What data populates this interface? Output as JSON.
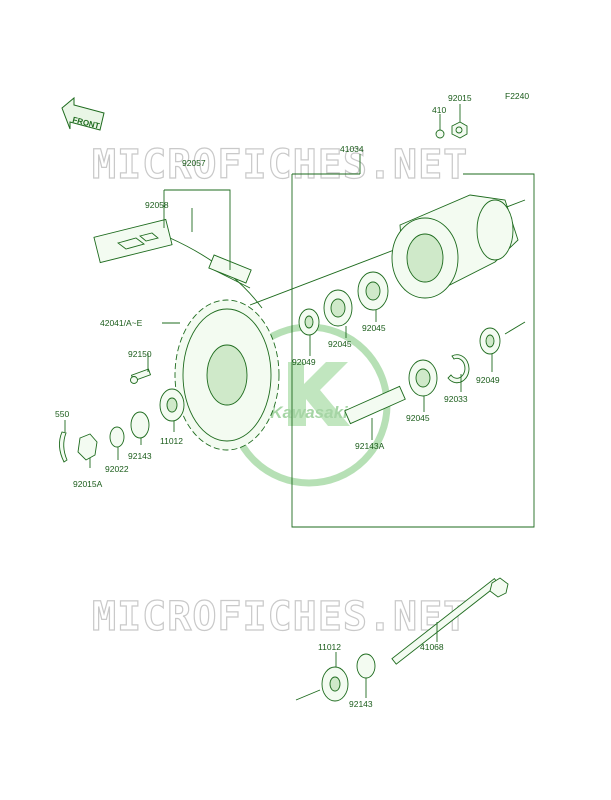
{
  "figure_code": "F2240",
  "front_label": "FRONT",
  "watermark_text": "MICROFICHES.NET",
  "brand_logo_text": "Kawasaki",
  "accent_color": "#1e6b1e",
  "parts": [
    {
      "id": "p410",
      "label": "410"
    },
    {
      "id": "p92015",
      "label": "92015"
    },
    {
      "id": "p41034",
      "label": "41034"
    },
    {
      "id": "p92057",
      "label": "92057"
    },
    {
      "id": "p92058",
      "label": "92058"
    },
    {
      "id": "p42041",
      "label": "42041/A~E"
    },
    {
      "id": "p92150",
      "label": "92150"
    },
    {
      "id": "p550",
      "label": "550"
    },
    {
      "id": "p92022",
      "label": "92022"
    },
    {
      "id": "p92143a",
      "label": "92143"
    },
    {
      "id": "p11012a",
      "label": "11012"
    },
    {
      "id": "p92015A",
      "label": "92015A"
    },
    {
      "id": "p92049a",
      "label": "92049"
    },
    {
      "id": "p92045a",
      "label": "92045"
    },
    {
      "id": "p92045b",
      "label": "92045"
    },
    {
      "id": "p92045c",
      "label": "92045"
    },
    {
      "id": "p92143A",
      "label": "92143A"
    },
    {
      "id": "p92033",
      "label": "92033"
    },
    {
      "id": "p92049b",
      "label": "92049"
    },
    {
      "id": "p41068",
      "label": "41068"
    },
    {
      "id": "p11012b",
      "label": "11012"
    },
    {
      "id": "p92143b",
      "label": "92143"
    }
  ]
}
